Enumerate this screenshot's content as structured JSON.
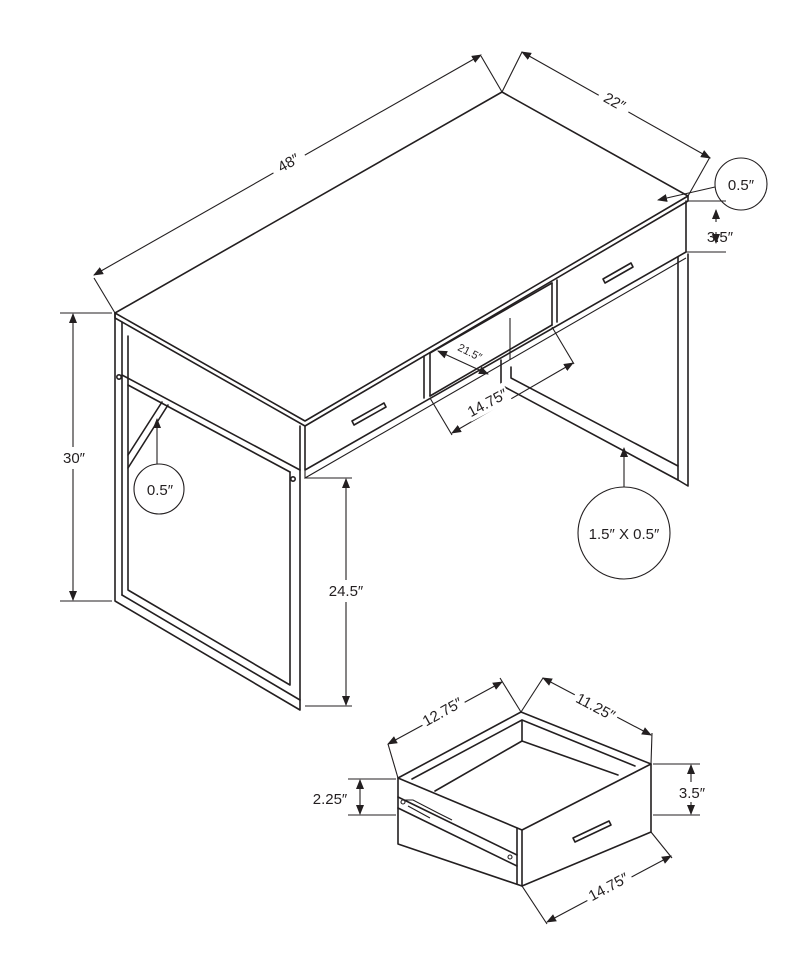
{
  "desk": {
    "width": "48″",
    "depth": "22″",
    "height": "30″",
    "top_thickness": "0.5″",
    "drawer_front_height": "3.5″",
    "open_shelf_depth": "21.5″",
    "open_shelf_width": "14.75″",
    "leg_profile": "0.5″",
    "clearance_height": "24.5″",
    "frame_profile": "1.5″ X 0.5″"
  },
  "drawer": {
    "length": "12.75″",
    "width": "11.25″",
    "inner_height": "2.25″",
    "front_height": "3.5″",
    "front_width": "14.75″"
  }
}
